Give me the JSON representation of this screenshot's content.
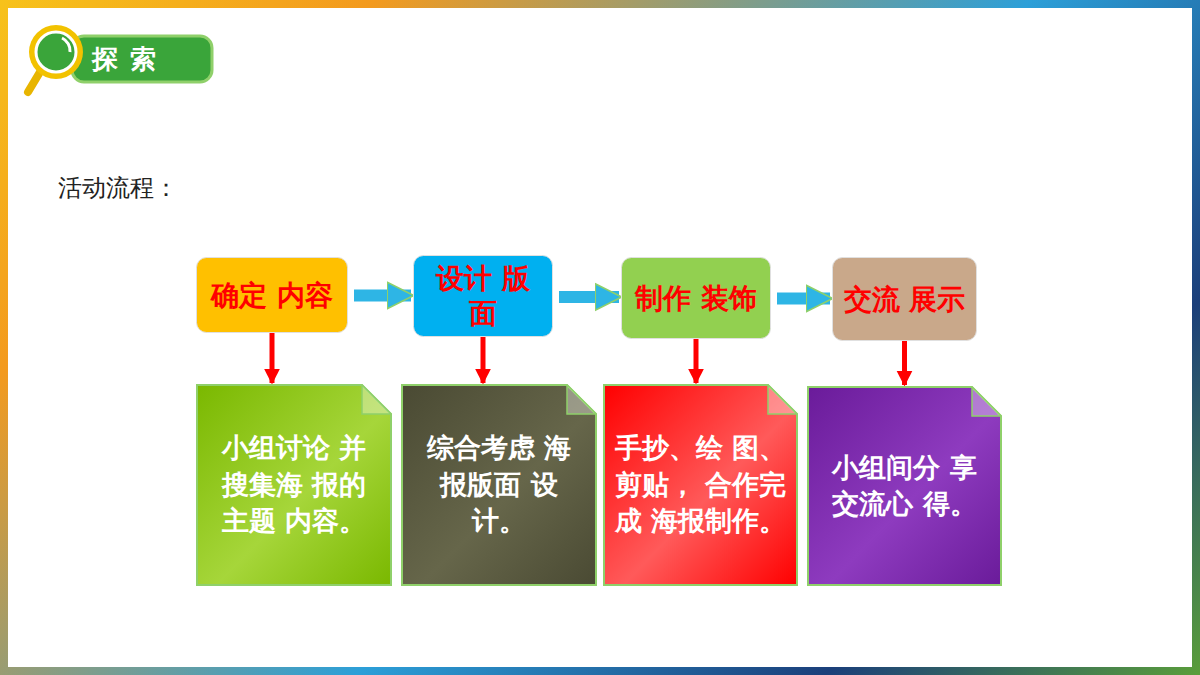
{
  "diagram": {
    "title": "活动流程：",
    "nodes": [
      {
        "text": [
          "确定 内容"
        ]
      },
      {
        "text": [
          "设计 版面"
        ]
      },
      {
        "text": [
          "制作 装饰"
        ]
      },
      {
        "text": [
          "交流 展示"
        ]
      },
      {
        "text": [
          "小组讨论 并搜集海 报的主题 内容。"
        ]
      },
      {
        "text": [
          "综合考虑 海报版面 设计。"
        ]
      },
      {
        "text": [
          "手抄、绘 图、剪贴， 合作完成 海报制作。"
        ]
      },
      {
        "text": [
          "小组间分 享交流心 得。"
        ]
      }
    ],
    "edges": [
      {
        "from": 0,
        "to": 1,
        "arrow": "to"
      },
      {
        "from": 1,
        "to": 2,
        "arrow": "to"
      },
      {
        "from": 2,
        "to": 3,
        "arrow": "to"
      },
      {
        "from": 0,
        "to": 4,
        "arrow": "to"
      },
      {
        "from": 1,
        "to": 5,
        "arrow": "to"
      },
      {
        "from": 2,
        "to": 6,
        "arrow": "to"
      },
      {
        "from": 3,
        "to": 7,
        "arrow": "to"
      }
    ],
    "labels": [
      "探索"
    ]
  }
}
